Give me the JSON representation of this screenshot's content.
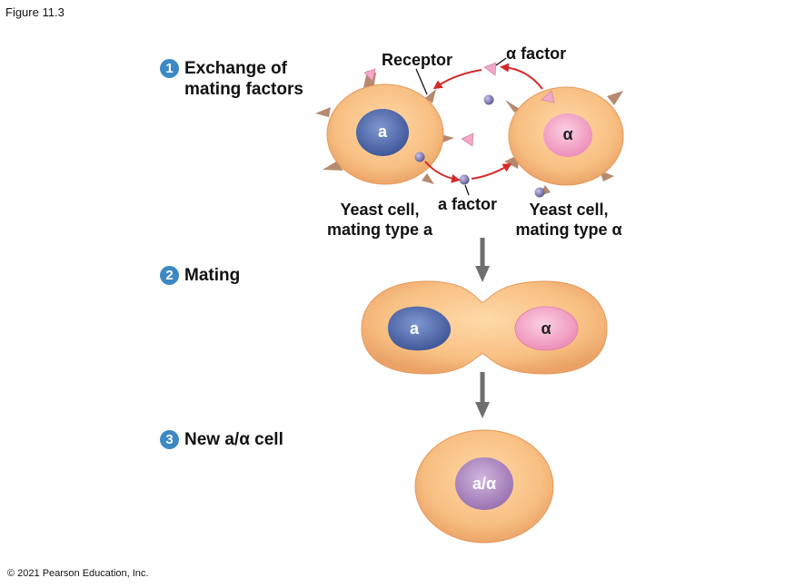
{
  "figure_title": "Figure 11.3",
  "copyright": "© 2021 Pearson Education, Inc.",
  "steps": [
    {
      "number": "1",
      "line1": "Exchange of",
      "line2": "mating factors"
    },
    {
      "number": "2",
      "line1": "Mating"
    },
    {
      "number": "3",
      "line1": "New a/α cell"
    }
  ],
  "labels": {
    "receptor": "Receptor",
    "alpha_factor": "α factor",
    "a_factor": "a factor",
    "cell_a_line1": "Yeast cell,",
    "cell_a_line2": "mating type a",
    "cell_alpha_line1": "Yeast cell,",
    "cell_alpha_line2": "mating type α"
  },
  "nucleus_labels": {
    "cell_a": "a",
    "cell_alpha": "α",
    "mating_a": "a",
    "mating_alpha": "α",
    "new_cell": "a/α"
  },
  "colors": {
    "cell_fill": "#f8bf82",
    "cell_edge": "#e8975a",
    "nucleus_a": "#5a74b4",
    "nucleus_alpha": "#f4a6c8",
    "nucleus_new": "#b490c4",
    "receptor": "#b58a6e",
    "alpha_factor": "#f2a9c8",
    "a_factor": "#8a86c0",
    "arrow_red": "#d42a2a",
    "arrow_gray": "#6e6e6e",
    "step_badge": "#3b88c4"
  }
}
